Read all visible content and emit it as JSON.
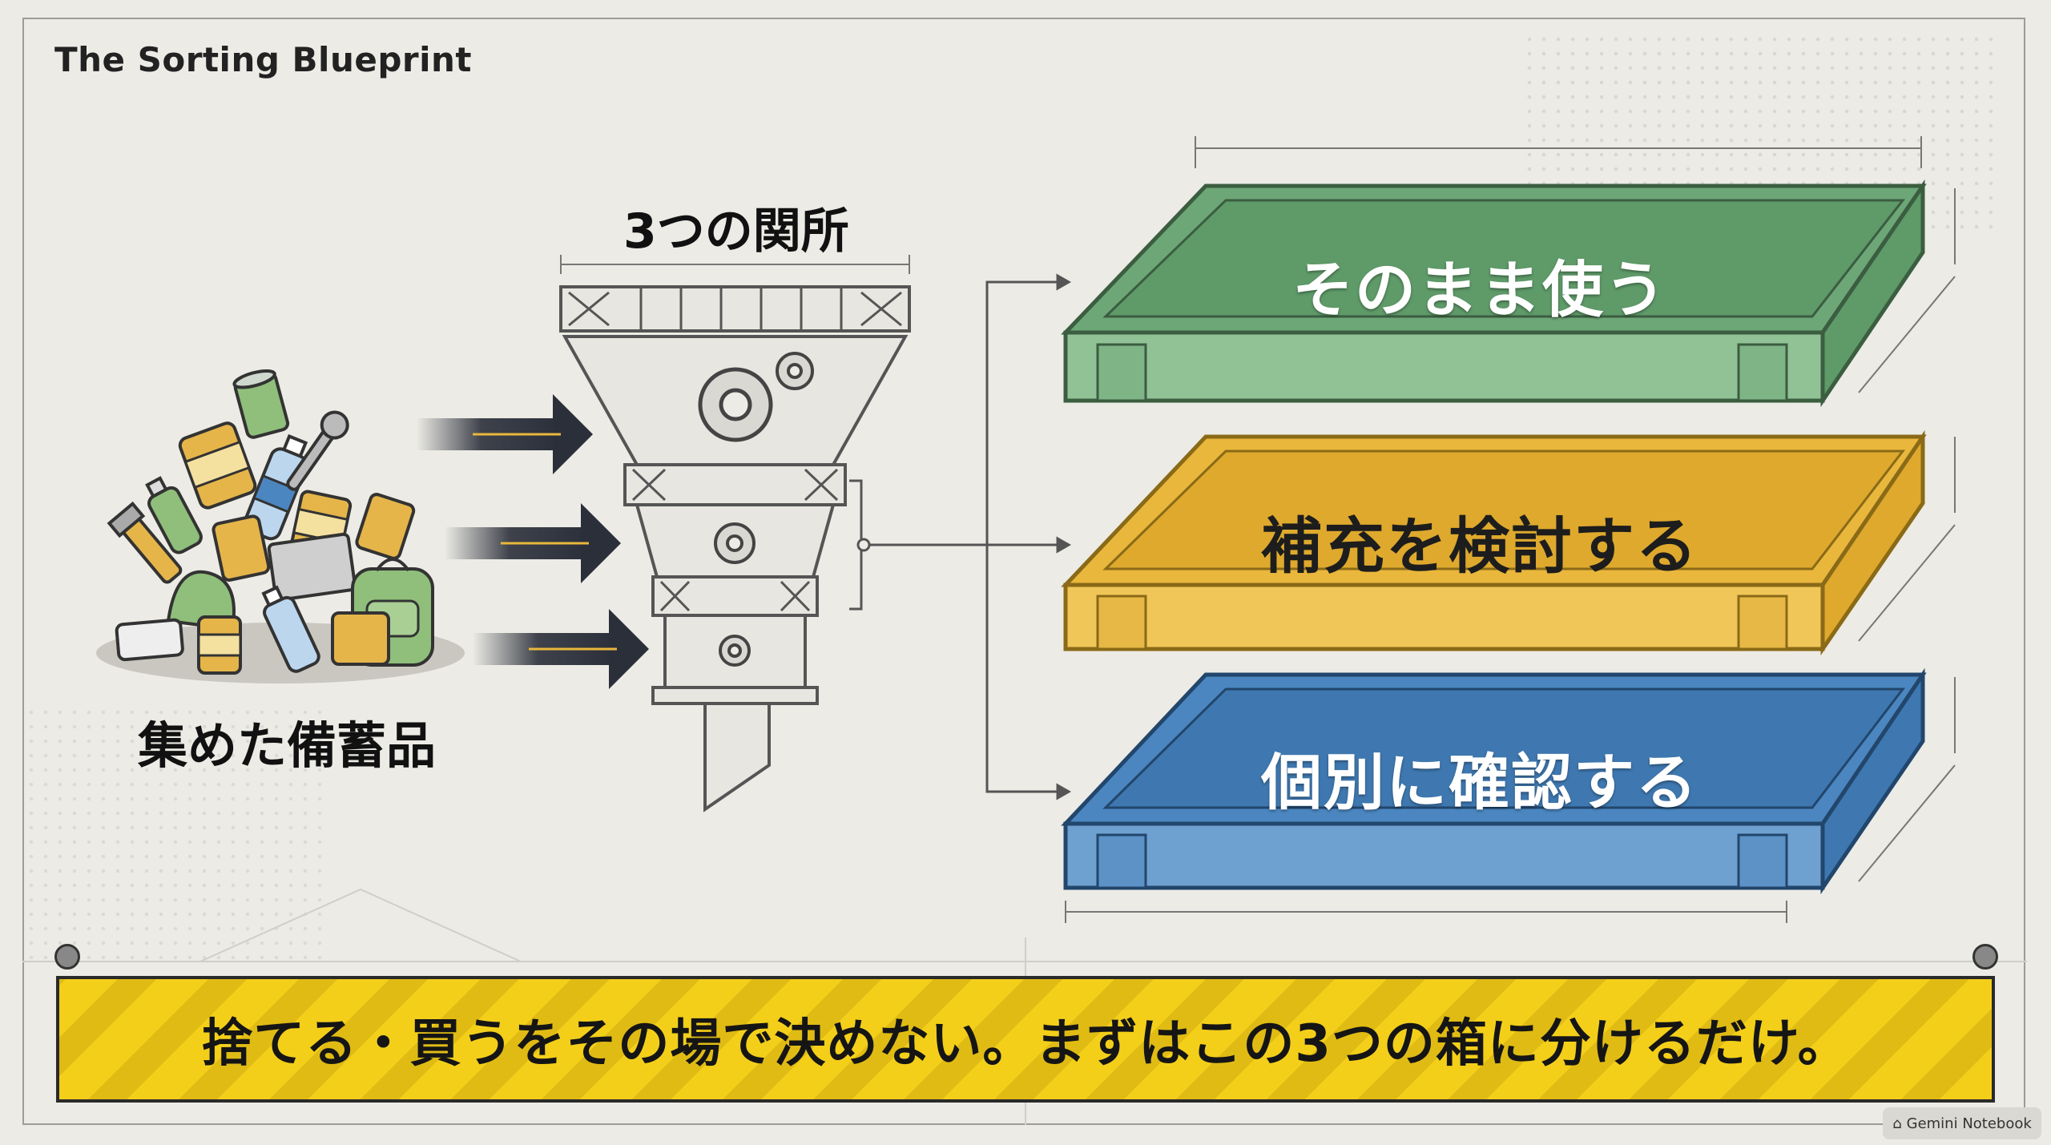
{
  "title": "The Sorting Blueprint",
  "items_caption": "集めた備蓄品",
  "gates_title": "3つの関所",
  "trays": [
    {
      "label": "そのまま使う",
      "color": "#6da777"
    },
    {
      "label": "補充を検討する",
      "color": "#e9b73c"
    },
    {
      "label": "個別に確認する",
      "color": "#4b86c0"
    }
  ],
  "banner_text": "捨てる・買うをその場で決めない。まずはこの3つの箱に分けるだけ。",
  "banner_color": "#f3cf1a",
  "watermark": "Gemini Notebook",
  "icons": [
    "can-icon",
    "bottle-icon",
    "wrench-icon",
    "backpack-icon",
    "wallet-icon",
    "flashlight-icon",
    "gear-icon",
    "arrow-icon",
    "funnel-icon"
  ]
}
